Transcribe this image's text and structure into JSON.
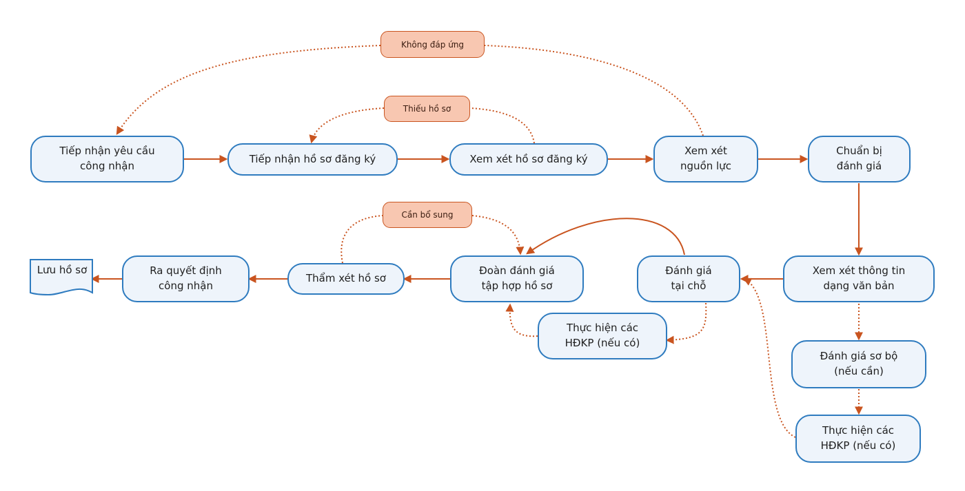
{
  "nodes": {
    "n1": [
      "Tiếp nhận yêu cầu",
      "công nhận"
    ],
    "n2": [
      "Tiếp nhận hồ sơ đăng ký"
    ],
    "n3": [
      "Xem xét hồ sơ đăng ký"
    ],
    "n4": [
      "Xem xét",
      "nguồn lực"
    ],
    "n5": [
      "Chuẩn bị",
      "đánh giá"
    ],
    "n6": [
      "Xem xét thông tin",
      "dạng văn bản"
    ],
    "n7": [
      "Đánh giá sơ bộ",
      "(nếu cần)"
    ],
    "n8": [
      "Thực hiện các",
      "HĐKP (nếu có)"
    ],
    "n9": [
      "Đánh giá",
      "tại chỗ"
    ],
    "n10": [
      "Thực hiện các",
      "HĐKP (nếu có)"
    ],
    "n11": [
      "Đoàn đánh giá",
      "tập hợp hồ sơ"
    ],
    "n12": [
      "Thẩm xét hồ sơ"
    ],
    "n13": [
      "Ra quyết định",
      "công nhận"
    ],
    "doc": "Lưu hồ sơ"
  },
  "labels": {
    "khong_dap_ung": "Không đáp ứng",
    "thieu_ho_so": "Thiếu hồ sơ",
    "can_bo_sung": "Cần bổ sung"
  },
  "colors": {
    "node_border": "#2e7bbf",
    "node_fill": "#eef4fb",
    "arrow": "#c9541f",
    "label_fill": "#f8c7b1"
  }
}
